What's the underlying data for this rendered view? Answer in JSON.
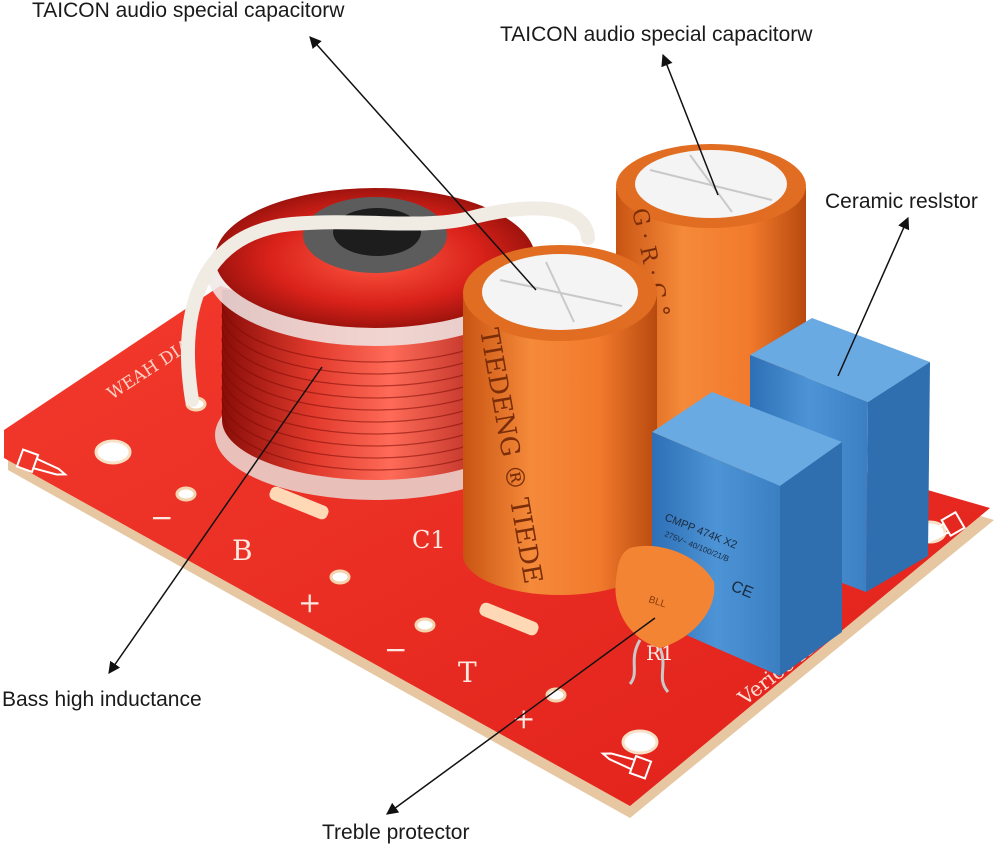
{
  "callouts": {
    "capacitor_left": "TAICON audio special capacitorw",
    "capacitor_right": "TAICON audio special capacitorw",
    "ceramic_resistor": "Ceramic reslstor",
    "bass_inductance": "Bass high inductance",
    "treble_protector": "Treble protector"
  },
  "board": {
    "brand_left": "WEAH DIA",
    "brand_right": "Verioe Hi-Fi",
    "minus_b": "−",
    "b_label": "B",
    "plus_b": "+",
    "c1_label": "C1",
    "minus_t": "−",
    "t_label": "T",
    "plus_t": "+",
    "r1_label": "R1"
  },
  "capacitors": {
    "print_left": "TIEDENG ® TIEDE",
    "print_right": "G · R · C °"
  },
  "film_caps": {
    "marking": "CMPP 474K X2",
    "marking_sub": "275V~ 40/100/21/B",
    "marking_logo": "CE"
  },
  "treble_part": {
    "marking": "BLL"
  },
  "colors": {
    "board_red": "#e8261e",
    "board_edge": "#e7c7a1",
    "capacitor_orange": "#f07a2a",
    "film_cap_blue": "#4a8fd0",
    "coil_copper": "#d9221a",
    "ptc_orange": "#f28434"
  }
}
